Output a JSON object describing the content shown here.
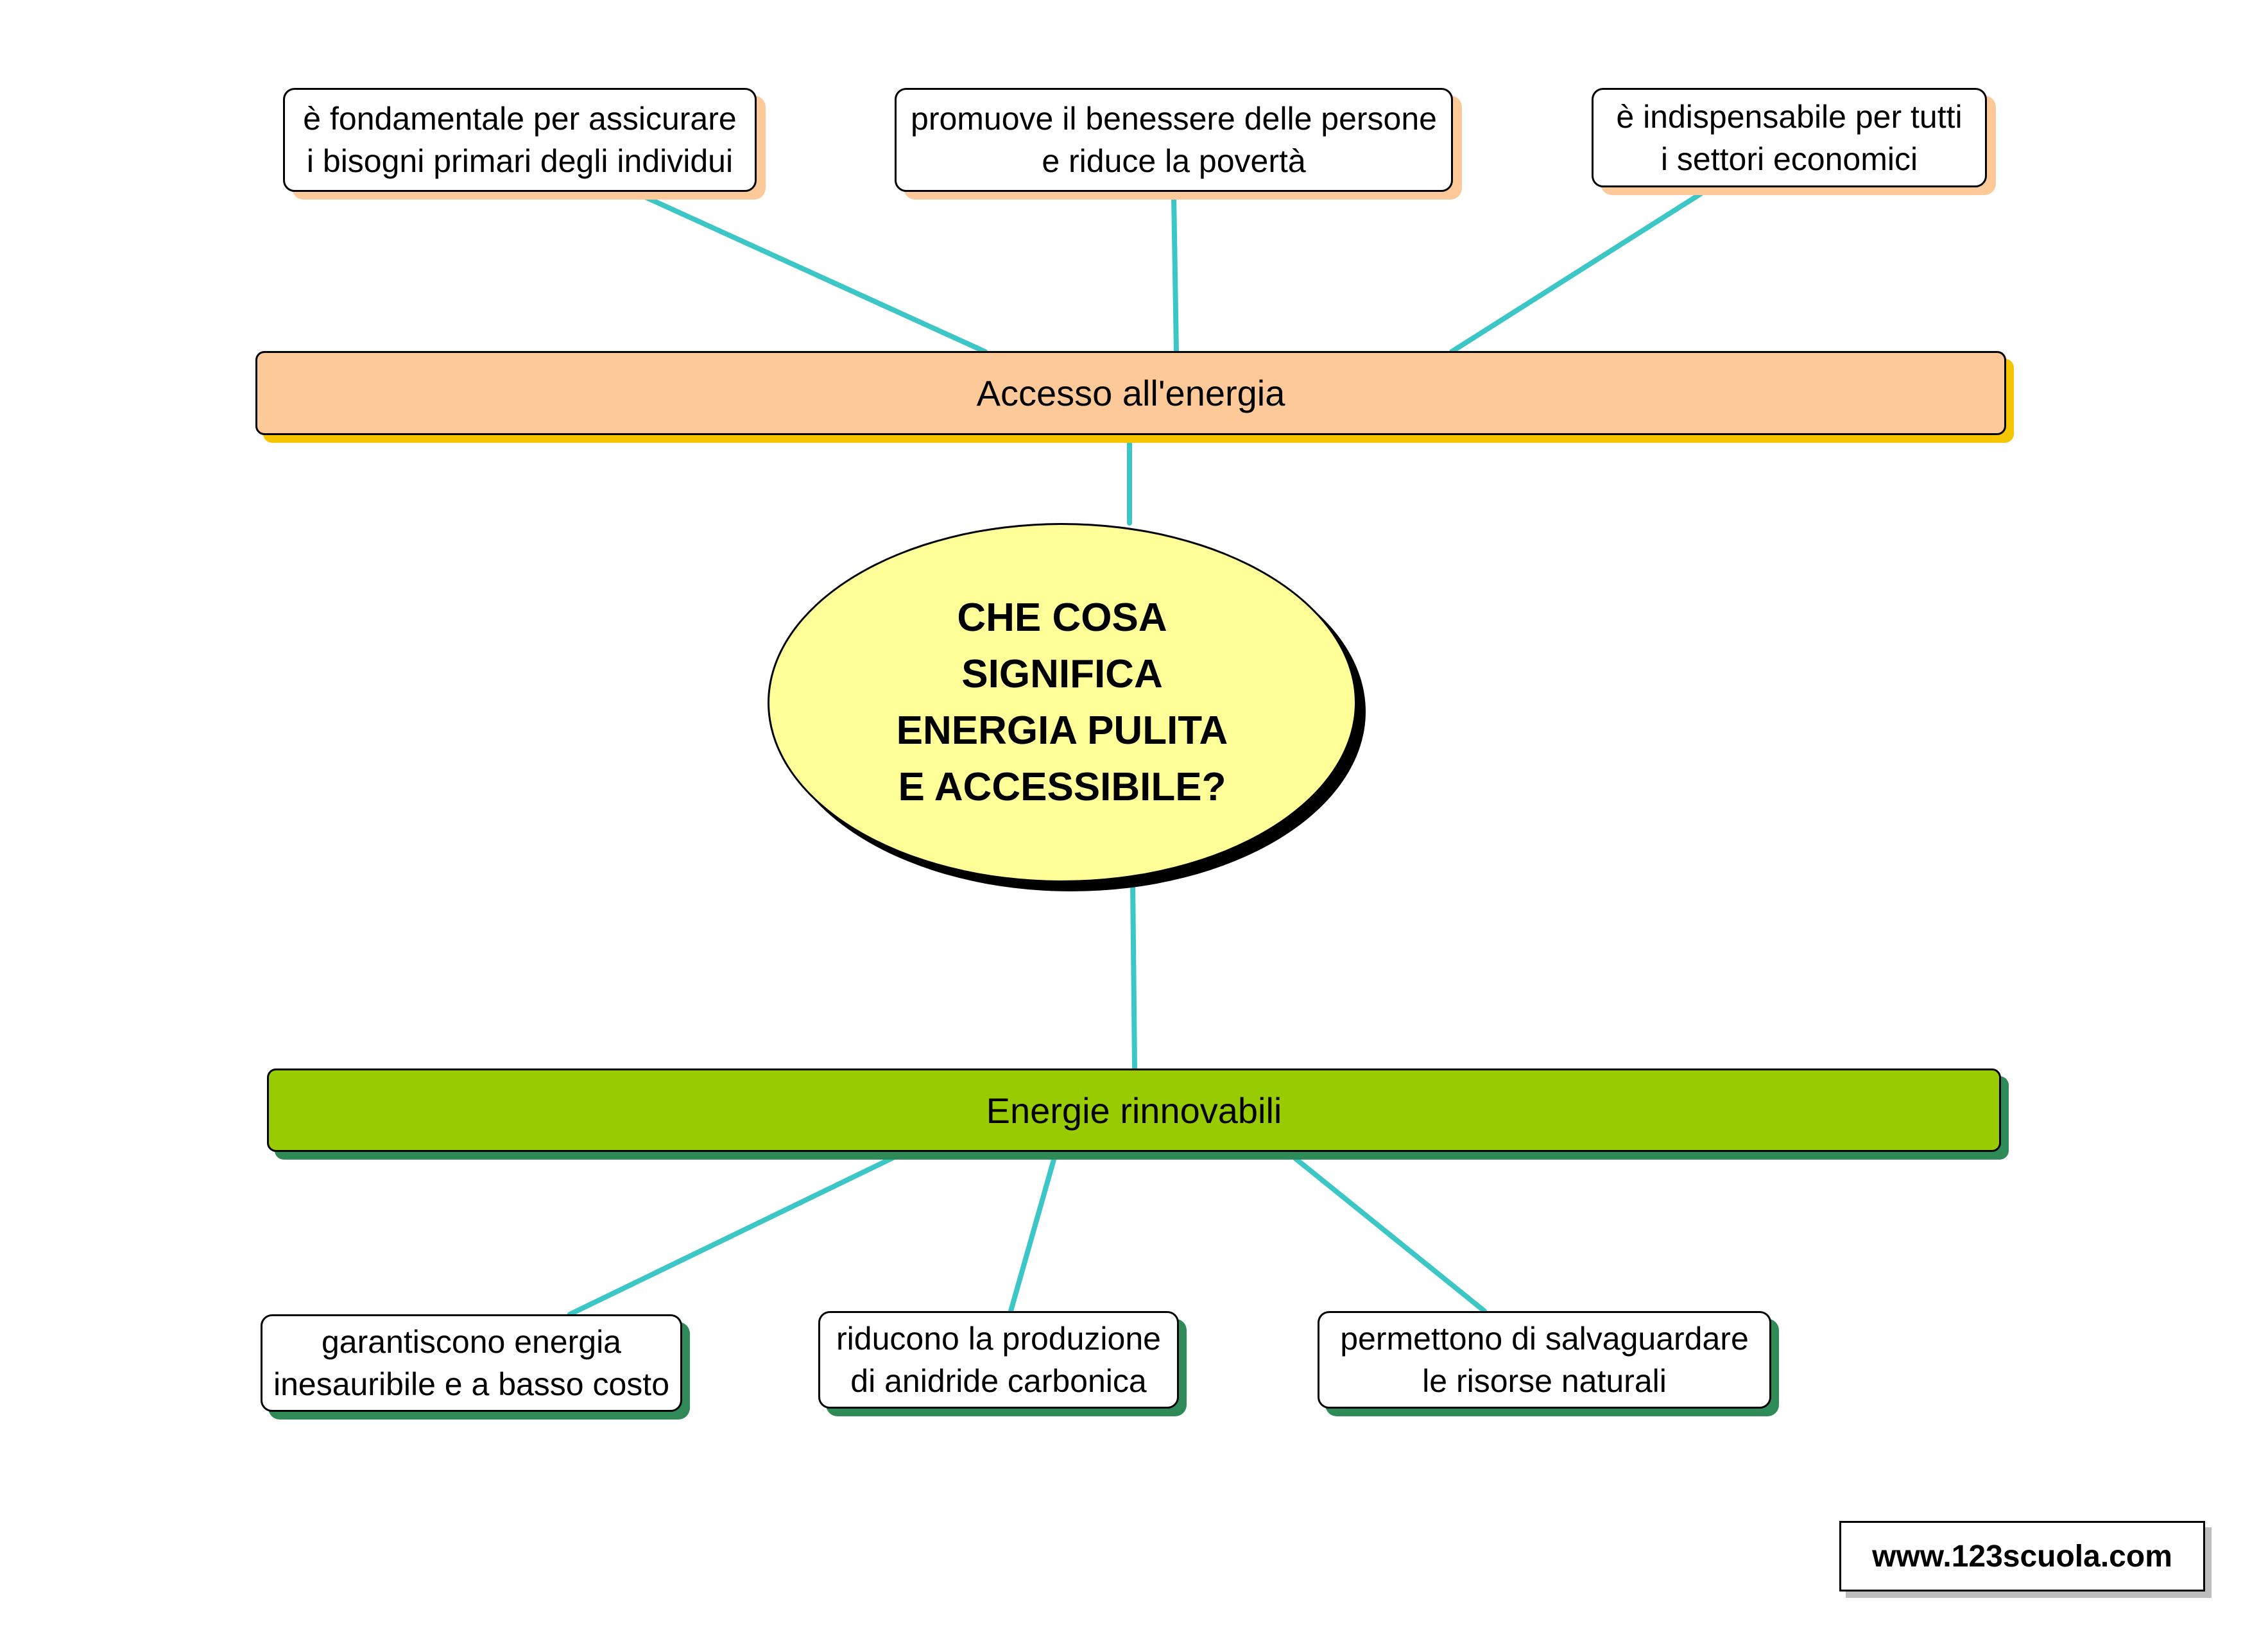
{
  "center": {
    "lines": [
      "CHE COSA",
      "SIGNIFICA",
      "ENERGIA PULITA",
      "E ACCESSIBILE?"
    ]
  },
  "branches": {
    "access": {
      "label": "Accesso all'energia",
      "items": [
        [
          "è fondamentale per assicurare",
          "i bisogni primari degli individui"
        ],
        [
          "promuove il benessere delle persone",
          "e riduce la povertà"
        ],
        [
          "è indispensabile per tutti",
          "i settori economici"
        ]
      ]
    },
    "renewable": {
      "label": "Energie rinnovabili",
      "items": [
        [
          "garantiscono energia",
          "inesauribile e a basso costo"
        ],
        [
          "riducono la produzione",
          "di anidride carbonica"
        ],
        [
          "permettono di salvaguardare",
          "le risorse naturali"
        ]
      ]
    }
  },
  "footer": {
    "website": "www.123scuola.com"
  },
  "colors": {
    "connector": "#3cc6c6",
    "access_bar": "#fdc998",
    "access_shadow": "#f5c500",
    "renewable_bar": "#99cc00",
    "renewable_shadow": "#2e8b57",
    "center_fill": "#ffff99"
  }
}
